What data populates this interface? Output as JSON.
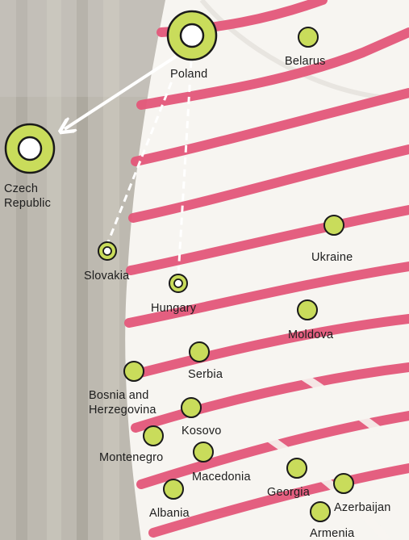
{
  "colors": {
    "marker_fill": "#c9dc5b",
    "marker_stroke": "#1a1a1a",
    "stripe": "#e4587a",
    "shirt": "#f7f5f1",
    "connector": "#ffffff"
  },
  "labels": {
    "poland": "Poland",
    "belarus": "Belarus",
    "czech_line1": "Czech",
    "czech_line2": "Republic",
    "slovakia": "Slovakia",
    "hungary": "Hungary",
    "ukraine": "Ukraine",
    "moldova": "Moldova",
    "serbia": "Serbia",
    "bosnia_line1": "Bosnia and",
    "bosnia_line2": "Herzegovina",
    "kosovo": "Kosovo",
    "montenegro": "Montenegro",
    "macedonia": "Macedonia",
    "albania": "Albania",
    "georgia": "Georgia",
    "azerbaijan": "Azerbaijan",
    "armenia": "Armenia"
  }
}
